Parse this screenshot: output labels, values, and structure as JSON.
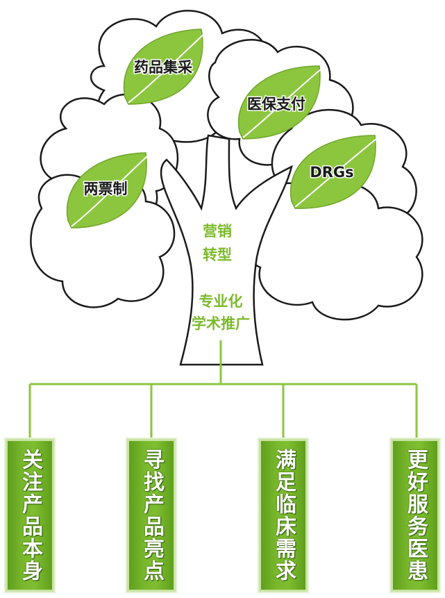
{
  "leaves": [
    "药品集采",
    "医保支付",
    "两票制",
    "DRGs"
  ],
  "trunk": {
    "line1": "营销",
    "line2": "转型",
    "line3": "专业化",
    "line4": "学术推广"
  },
  "boxes": [
    "关注产品本身",
    "寻找产品亮点",
    "满足临床需求",
    "更好服务医患"
  ],
  "colors": {
    "leaf": "#8cc63f",
    "branch_line": "#8cc63f",
    "box": "#76b82a",
    "accent_text": "#7cba2c"
  }
}
